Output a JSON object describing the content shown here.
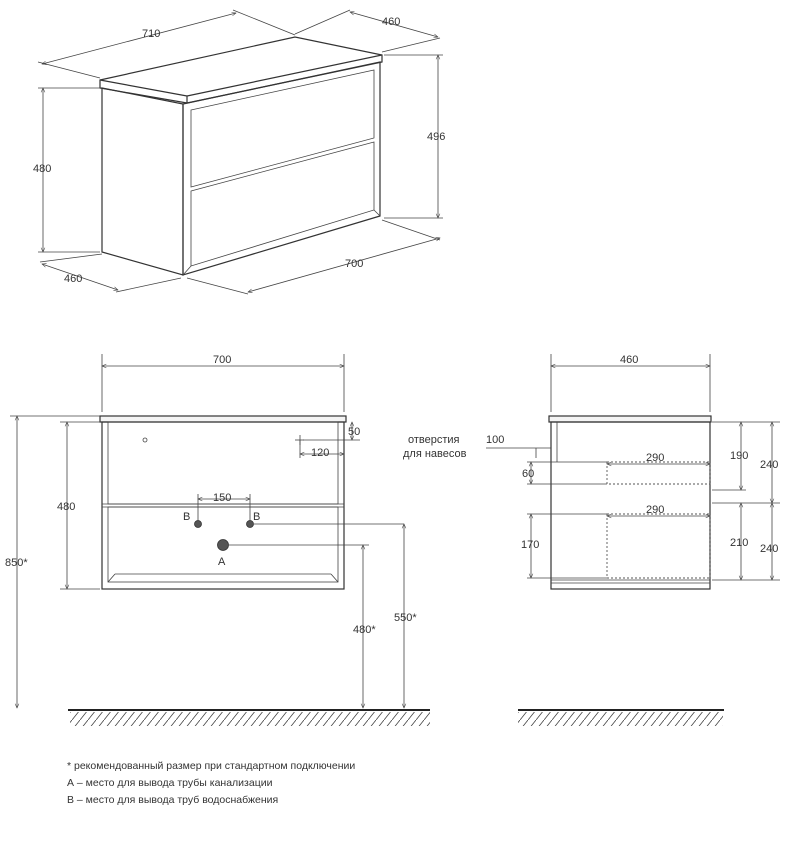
{
  "iso_view": {
    "dim_top_width": "710",
    "dim_top_depth": "460",
    "dim_left_height": "480",
    "dim_right_height": "496",
    "dim_bottom_depth": "460",
    "dim_bottom_width": "700"
  },
  "front_view": {
    "dim_width": "700",
    "dim_height_body": "480",
    "dim_total_height": "850*",
    "dim_hole_top": "50",
    "dim_hole_side": "120",
    "hole_label_line1": "отверстия",
    "hole_label_line2": "для навесов",
    "dim_b_spacing": "150",
    "label_b_left": "B",
    "label_b_right": "B",
    "label_a": "A",
    "dim_a_height": "480*",
    "dim_b_height": "550*"
  },
  "side_view": {
    "dim_depth": "460",
    "dim_hole_offset": "100",
    "dim_drawer_top": "290",
    "dim_drawer_bottom": "290",
    "dim_gap": "60",
    "dim_drawer_low": "170",
    "dim_upper_inner": "190",
    "dim_upper_outer": "240",
    "dim_lower_inner": "210",
    "dim_lower_outer": "240"
  },
  "notes": {
    "line1": "* рекомендованный размер при стандартном подключении",
    "line2": "А – место для вывода трубы канализации",
    "line3": "В – место для вывода труб водоснабжения"
  }
}
